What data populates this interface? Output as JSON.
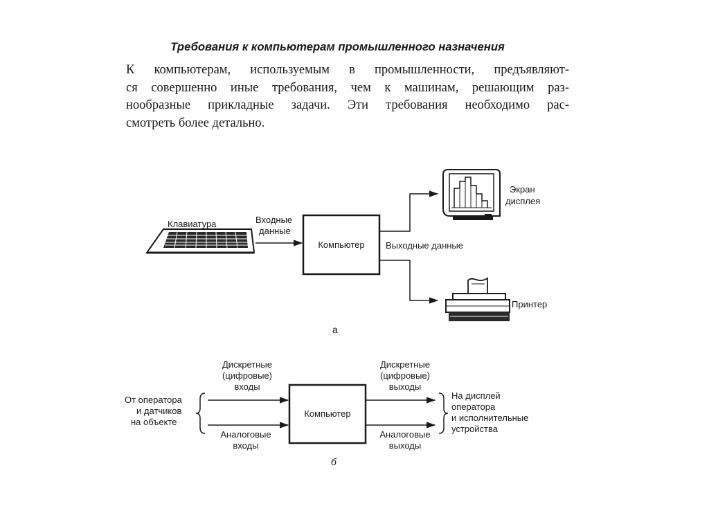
{
  "heading": "Требования к компьютерам промышленного назначения",
  "paragraph_lines": [
    "К компьютерам, используемым в промышленности, предъявляют-",
    "ся совершенно иные требования, чем к машинам, решающим раз-",
    "нообразные прикладные задачи. Эти требования необходимо рас-",
    "смотреть более детально."
  ],
  "diagram_a": {
    "keyboard_label": "Клавиатура",
    "input_label_line1": "Входные",
    "input_label_line2": "данные",
    "computer_label": "Компьютер",
    "output_label": "Выходные данные",
    "display_label_line1": "Экран",
    "display_label_line2": "дисплея",
    "printer_label": "Принтер",
    "caption": "а"
  },
  "diagram_b": {
    "source_line1": "От оператора",
    "source_line2": "и датчиков",
    "source_line3": "на объекте",
    "digital_in_line1": "Дискретные",
    "digital_in_line2": "(цифровые)",
    "digital_in_line3": "входы",
    "analog_in_line1": "Аналоговые",
    "analog_in_line2": "входы",
    "computer_label": "Компьютер",
    "digital_out_line1": "Дискретные",
    "digital_out_line2": "(цифровые)",
    "digital_out_line3": "выходы",
    "analog_out_line1": "Аналоговые",
    "analog_out_line2": "выходы",
    "target_line1": "На дисплей",
    "target_line2": "оператора",
    "target_line3": "и исполнительные",
    "target_line4": "устройства",
    "caption": "б"
  }
}
